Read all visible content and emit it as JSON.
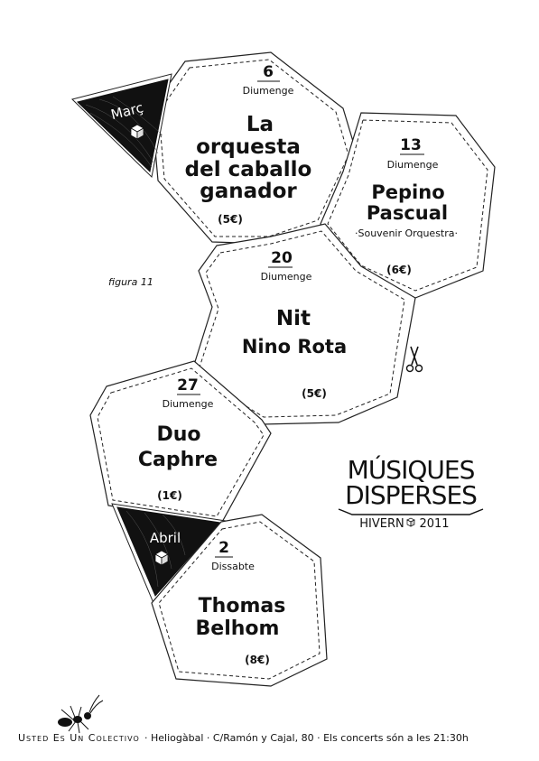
{
  "events": [
    {
      "day": "6",
      "weekday": "Diumenge",
      "title": [
        "La",
        "orquesta",
        "del caballo",
        "ganador"
      ],
      "price": "(5€)"
    },
    {
      "day": "13",
      "weekday": "Diumenge",
      "title": [
        "Pepino",
        "Pascual"
      ],
      "subtitle": "·Souvenir Orquestra·",
      "price": "(6€)"
    },
    {
      "day": "20",
      "weekday": "Diumenge",
      "title": [
        "Nit",
        "Nino Rota"
      ],
      "price": "(5€)"
    },
    {
      "day": "27",
      "weekday": "Diumenge",
      "title": [
        "Duo",
        "Caphre"
      ],
      "price": "(1€)"
    },
    {
      "day": "2",
      "weekday": "Dissabte",
      "title": [
        "Thomas",
        "Belhom"
      ],
      "price": "(8€)"
    }
  ],
  "months": {
    "march": "Març",
    "april": "Abril"
  },
  "figure_label": "figura 11",
  "brand": {
    "line1": "MÚSIQUES",
    "line2": "DISPERSES",
    "season": "HIVERN",
    "year": "2011"
  },
  "footer": {
    "collective": "Usted Es Un Colectivo",
    "details": "· Heliogàbal · C/Ramón y Cajal, 80 · Els concerts són a les 21:30h"
  },
  "icons": [
    "cube-icon",
    "scissors-icon",
    "ant-logo"
  ]
}
